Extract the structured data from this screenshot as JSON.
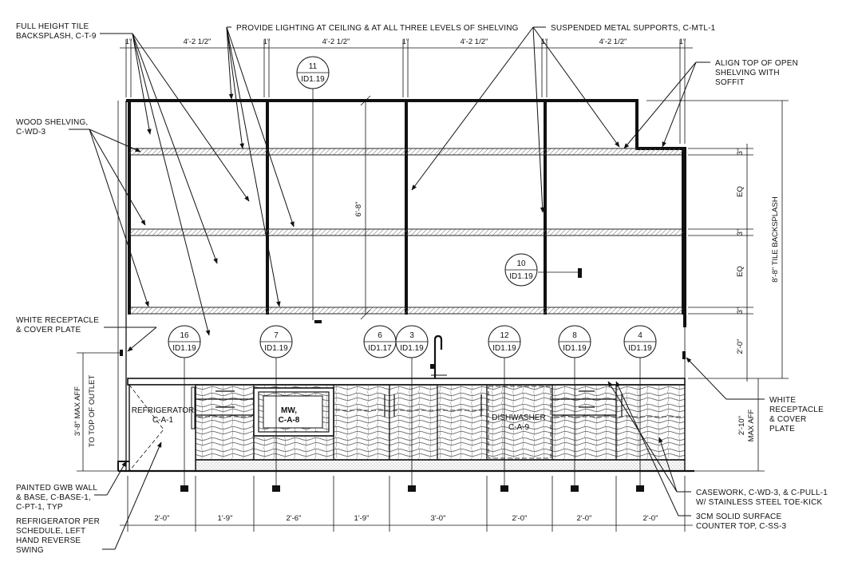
{
  "notes": {
    "backsplash": [
      "FULL HEIGHT TILE",
      "BACKSPLASH, C-T-9"
    ],
    "lighting": "PROVIDE LIGHTING AT CEILING & AT ALL THREE LEVELS OF SHELVING",
    "supports": "SUSPENDED METAL SUPPORTS, C-MTL-1",
    "align_top": [
      "ALIGN TOP OF OPEN",
      "SHELVING WITH",
      "SOFFIT"
    ],
    "wood_shelving": [
      "WOOD SHELVING,",
      "C-WD-3"
    ],
    "receptacle_left": [
      "WHITE RECEPTACLE",
      "& COVER PLATE"
    ],
    "receptacle_right": [
      "WHITE",
      "RECEPTACLE",
      "& COVER",
      "PLATE"
    ],
    "painted_wall": [
      "PAINTED GWB WALL",
      "& BASE, C-BASE-1,",
      "C-PT-1, TYP"
    ],
    "refrigerator_schedule": [
      "REFRIGERATOR PER",
      "SCHEDULE, LEFT",
      "HAND REVERSE",
      "SWING"
    ],
    "casework": [
      "CASEWORK, C-WD-3, & C-PULL-1",
      "W/ STAINLESS STEEL TOE-KICK"
    ],
    "countertop": [
      "3CM SOLID SURFACE",
      "COUNTER TOP, C-SS-3"
    ]
  },
  "top_dims": [
    "1\"",
    "4'-2 1/2\"",
    "1\"",
    "4'-2 1/2\"",
    "1\"",
    "4'-2 1/2\"",
    "1\"",
    "4'-2 1/2\"",
    "1\""
  ],
  "bottom_dims": [
    "2'-0\"",
    "1'-9\"",
    "2'-6\"",
    "1'-9\"",
    "3'-0\"",
    "2'-0\"",
    "2'-0\"",
    "2'-0\""
  ],
  "right_dims": {
    "d1": "3\"",
    "d2": "EQ",
    "d3": "3\"",
    "d4": "EQ",
    "d5": "3\"",
    "d6": "2'-0\"",
    "overall": "8'-8\" TILE BACKSPLASH",
    "counter": [
      "2'-10\"",
      "MAX AFF"
    ]
  },
  "left_dims": [
    "3'-8\" MAX AFF",
    "TO TOP OF OUTLET"
  ],
  "interior_dim": "6'-8\"",
  "tags": [
    {
      "num": "11",
      "ref": "ID1.19"
    },
    {
      "num": "10",
      "ref": "ID1.19"
    },
    {
      "num": "16",
      "ref": "ID1.19"
    },
    {
      "num": "7",
      "ref": "ID1.19"
    },
    {
      "num": "6",
      "ref": "ID1.17"
    },
    {
      "num": "3",
      "ref": "ID1.19"
    },
    {
      "num": "12",
      "ref": "ID1.19"
    },
    {
      "num": "8",
      "ref": "ID1.19"
    },
    {
      "num": "4",
      "ref": "ID1.19"
    }
  ],
  "appliances": {
    "refrigerator": [
      "REFRIGERATOR",
      "C-A-1"
    ],
    "microwave": [
      "MW,",
      "C-A-8"
    ],
    "dishwasher": [
      "DISHWASHER",
      "C-A-9"
    ]
  }
}
